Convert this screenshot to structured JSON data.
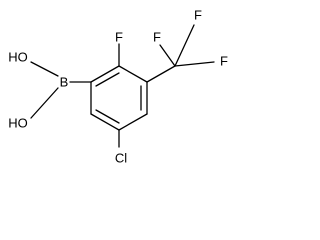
{
  "molecule": {
    "atoms": {
      "fluorine_ring": "F",
      "cf3_f_left": "F",
      "cf3_f_top": "F",
      "cf3_f_right": "F",
      "boron": "B",
      "hydroxyl_top": "HO",
      "hydroxyl_bottom": "HO",
      "chlorine": "Cl"
    },
    "colors": {
      "bond": "#000000",
      "label": "#000000"
    }
  }
}
